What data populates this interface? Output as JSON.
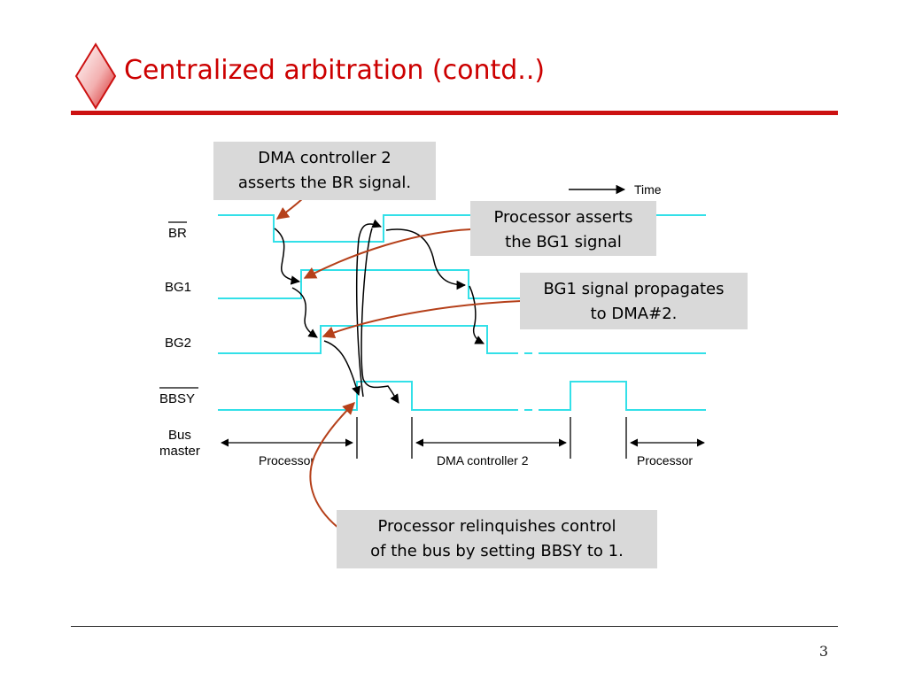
{
  "slide": {
    "title": "Centralized arbitration (contd..)",
    "page_number": "3"
  },
  "diagram": {
    "time_label": "Time",
    "signals": {
      "br": "BR",
      "bg1": "BG1",
      "bg2": "BG2",
      "bbsy": "BBSY"
    },
    "bus_master": {
      "label_line1": "Bus",
      "label_line2": "master",
      "segments": [
        "Processor",
        "DMA controller 2",
        "Processor"
      ]
    }
  },
  "callouts": {
    "dma_asserts": {
      "line1": "DMA controller 2",
      "line2": "asserts the BR signal."
    },
    "processor_asserts": {
      "line1": "Processor asserts",
      "line2": "the BG1 signal"
    },
    "bg1_propagates": {
      "line1": "BG1 signal propagates",
      "line2": "to  DMA#2."
    },
    "processor_relinquishes": {
      "line1": "Processor relinquishes control",
      "line2": "of the bus by setting BBSY to 1."
    }
  },
  "colors": {
    "title": "#cc0000",
    "signal_trace": "#33e0e8",
    "annotation_arrow": "#b5401a",
    "callout_bg": "#d9d9d9"
  }
}
